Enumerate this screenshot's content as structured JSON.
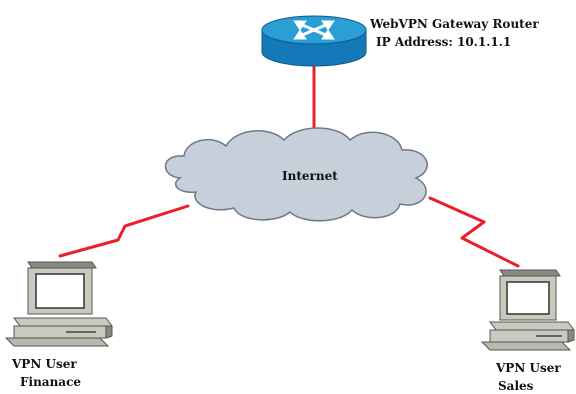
{
  "router": {
    "name": "WebVPN Gateway Router",
    "ip_label": "IP Address: 10.1.1.1",
    "icon": "router-icon"
  },
  "cloud": {
    "label": "Internet",
    "icon": "cloud-icon"
  },
  "users": [
    {
      "title": "VPN User",
      "name": "Finanace",
      "icon": "workstation-icon"
    },
    {
      "title": "VPN User",
      "name": "Sales",
      "icon": "workstation-icon"
    }
  ],
  "colors": {
    "link": "#e8202a",
    "router_top": "#2a9fd6",
    "router_side": "#1479b8",
    "cloud_fill": "#c7d0da",
    "cloud_stroke": "#6c7a88",
    "pc_body": "#c9c9c0",
    "pc_dark": "#8a8a82",
    "screen": "#ffffff"
  }
}
